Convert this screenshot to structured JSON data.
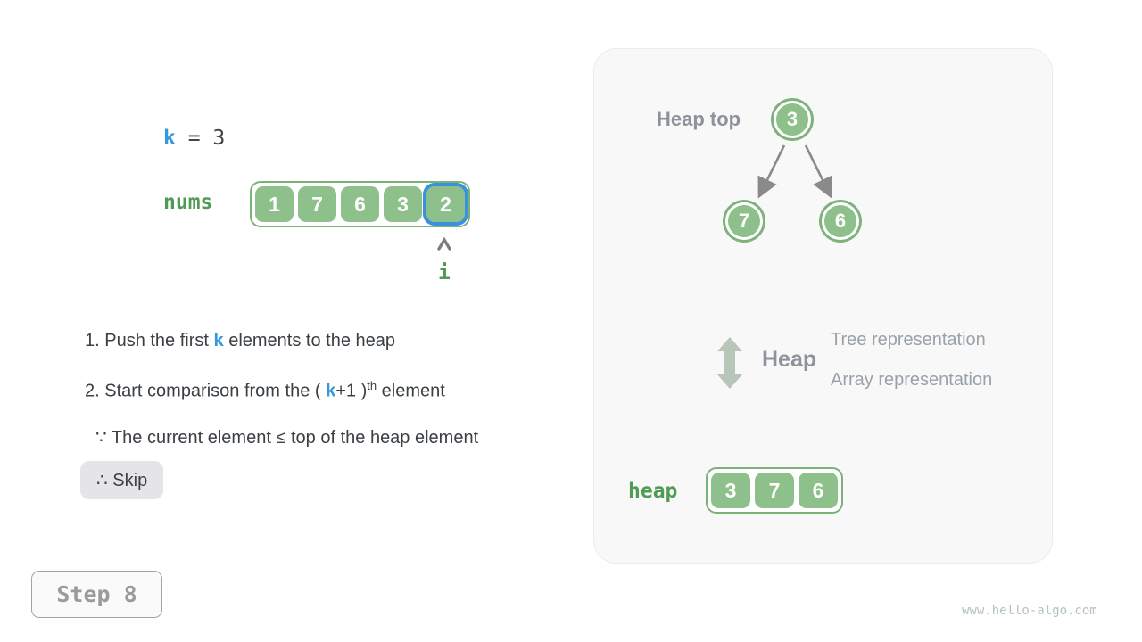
{
  "colors": {
    "green_fill": "#8ec08b",
    "green_border": "#7bb278",
    "green_label": "#4f9b53",
    "blue_accent": "#3498db",
    "blue_highlight": "#3a91dc",
    "text_dark": "#3b4045",
    "gray_label": "#8d929b",
    "gray_light": "#9aa1a8",
    "arrow_gray": "#8a8a8a",
    "panel_bg": "#f8f8f9"
  },
  "k_line": {
    "k": "k",
    "rest": " = 3"
  },
  "nums": {
    "label": "nums",
    "values": [
      "1",
      "7",
      "6",
      "3",
      "2"
    ],
    "highlight_index": 4,
    "pointer_label": "i"
  },
  "instructions": {
    "line1": {
      "pre": "1. Push the first ",
      "k": "k",
      "post": " elements to the heap"
    },
    "line2": {
      "pre": "2. Start comparison from the ( ",
      "k": "k",
      "mid": "+1 )",
      "sup": "th",
      "post": " element"
    },
    "line3": "∵ The current element ≤ top of the heap element",
    "skip": "∴ Skip"
  },
  "panel": {
    "heap_top_label": "Heap top",
    "tree": {
      "root": "3",
      "children": [
        "7",
        "6"
      ]
    },
    "legend": {
      "heap": "Heap",
      "tree_rep": "Tree representation",
      "array_rep": "Array representation"
    },
    "heap_array": {
      "label": "heap",
      "values": [
        "3",
        "7",
        "6"
      ]
    }
  },
  "step": {
    "label": "Step 8"
  },
  "footer": {
    "site": "www.hello-algo.com"
  }
}
